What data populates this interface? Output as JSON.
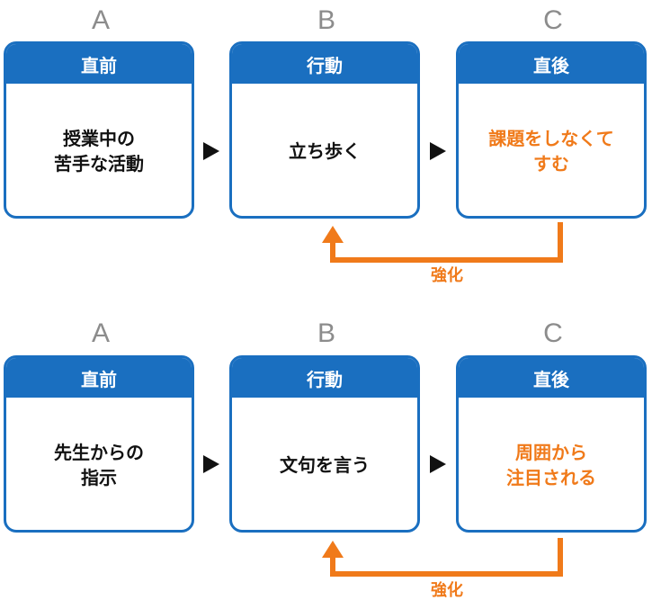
{
  "colors": {
    "header_blue": "#1a6fc0",
    "letter_gray": "#8c8c8c",
    "orange": "#f07a1a",
    "arrow_black": "#111111"
  },
  "rows": [
    {
      "letters": [
        "A",
        "B",
        "C"
      ],
      "headers": [
        "直前",
        "行動",
        "直後"
      ],
      "bodies": [
        "授業中の\n苦手な活動",
        "立ち歩く",
        "課題をしなくて\nすむ"
      ],
      "reinforce_label": "強化"
    },
    {
      "letters": [
        "A",
        "B",
        "C"
      ],
      "headers": [
        "直前",
        "行動",
        "直後"
      ],
      "bodies": [
        "先生からの\n指示",
        "文句を言う",
        "周囲から\n注目される"
      ],
      "reinforce_label": "強化"
    }
  ]
}
